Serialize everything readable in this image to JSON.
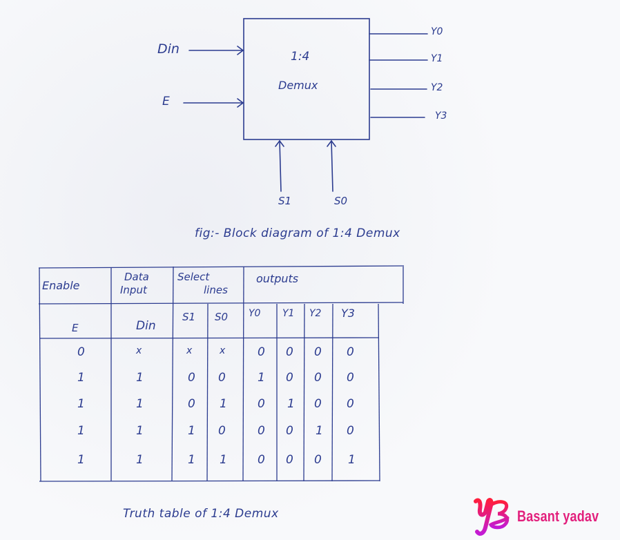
{
  "block_diagram": {
    "box_title": "1:4",
    "box_subtitle": "Demux",
    "inputs": [
      "Din",
      "E"
    ],
    "outputs": [
      "Y0",
      "Y1",
      "Y2",
      "Y3"
    ],
    "select_lines": [
      "S1",
      "S0"
    ],
    "caption": "fig:- Block diagram of 1:4 Demux"
  },
  "truth_table": {
    "group_headers": [
      "Enable",
      "Data Input",
      "Select lines",
      "outputs"
    ],
    "group_header_lines": {
      "data_1": "Data",
      "data_2": "Input",
      "select_1": "Select",
      "select_2": "lines"
    },
    "columns": [
      "E",
      "Din",
      "S1",
      "S0",
      "Y0",
      "Y1",
      "Y2",
      "Y3"
    ],
    "rows": [
      [
        "0",
        "x",
        "x",
        "x",
        "0",
        "0",
        "0",
        "0"
      ],
      [
        "1",
        "1",
        "0",
        "0",
        "1",
        "0",
        "0",
        "0"
      ],
      [
        "1",
        "1",
        "0",
        "1",
        "0",
        "1",
        "0",
        "0"
      ],
      [
        "1",
        "1",
        "1",
        "0",
        "0",
        "0",
        "1",
        "0"
      ],
      [
        "1",
        "1",
        "1",
        "1",
        "0",
        "0",
        "0",
        "1"
      ]
    ],
    "caption": "Truth table of 1:4 Demux"
  },
  "watermark": {
    "logo": "YB",
    "name": "Basant yadav",
    "color": "#e21f7c"
  },
  "colors": {
    "ink": "#2b3b8f",
    "paper": "#f8f9fb"
  }
}
